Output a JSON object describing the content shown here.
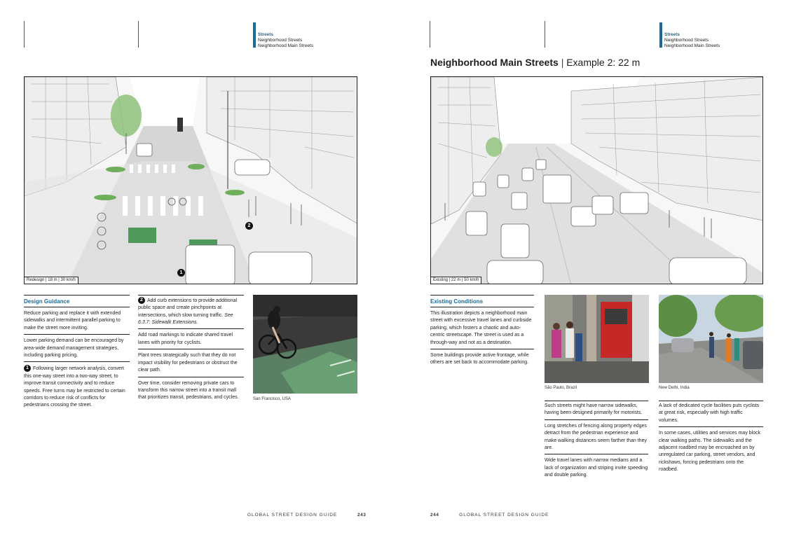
{
  "left_page": {
    "tab": {
      "section": "Streets",
      "line1": "Neighborhood Streets",
      "line2": "Neighborhood Main Streets"
    },
    "figure_label": "Redesign | 18 m | 30 km/h",
    "markers": {
      "one": "1",
      "two": "2"
    },
    "design_guidance": {
      "heading": "Design Guidance",
      "p1": "Reduce parking and replace it with extended sidewalks and intermittent parallel parking to make the street more inviting.",
      "p2": "Lower parking demand can be encouraged by area-wide demand management strategies, including parking pricing.",
      "p3_num": "1",
      "p3": "Following larger network analysis, convert this one-way street into a two-way street, to improve transit connectivity and to reduce speeds. Free turns may be restricted to certain corridors to reduce risk of conflicts for pedestrians crossing the street."
    },
    "col2": {
      "p1_num": "2",
      "p1": "Add curb extensions to provide additional public space and create pinchpoints at intersections, which slow turning traffic.",
      "p1_ref": "See 6.3.7: Sidewalk Extensions.",
      "p2": "Add road markings to indicate shared travel lanes with priority for cyclists.",
      "p3": "Plant trees strategically such that they do not impact visibility for pedestrians or obstruct the clear path.",
      "p4": "Over time, consider removing private cars to transform this narrow street into a transit mall that prioritizes transit, pedestrians, and cycles."
    },
    "photo_caption": "San Francisco, USA",
    "footer": {
      "guide": "GLOBAL STREET DESIGN GUIDE",
      "page": "243"
    }
  },
  "right_page": {
    "tab": {
      "section": "Streets",
      "line1": "Neighborhood Streets",
      "line2": "Neighborhood Main Streets"
    },
    "title_main": "Neighborhood Main Streets",
    "title_sep": "|",
    "title_sub": "Example 2: 22 m",
    "figure_label": "Existing | 22 m | 50 km/h",
    "existing_conditions": {
      "heading": "Existing Conditions",
      "p1": "This illustration depicts a neighborhood main street with excessive travel lanes and curbside parking, which fosters a chaotic and auto-centric streetscape. The street is used as a through-way and not as a destination.",
      "p2": "Some buildings provide active frontage, while others are set back to accommodate parking."
    },
    "photo1_caption": "São Paulo, Brazil",
    "photo2_caption": "New Delhi, India",
    "col3": {
      "p1": "Such streets might have narrow sidewalks, having been designed primarily for motorists.",
      "p2": "Long stretches of fencing along property edges detract from the pedestrian experience and make walking distances seem farther than they are.",
      "p3": "Wide travel lanes with narrow medians and a lack of organization and striping invite speeding and double parking."
    },
    "col4": {
      "p1": "A lack of dedicated cycle facilities puts cyclists at great risk, especially with high traffic volumes.",
      "p2": "In some cases, utilities and services may block clear walking paths. The sidewalks and the adjacent roadbed may be encroached on by unregulated car parking, street vendors, and rickshaws, forcing pedestrians onto the roadbed."
    },
    "footer": {
      "page": "244",
      "guide": "GLOBAL STREET DESIGN GUIDE"
    }
  },
  "colors": {
    "accent": "#1a6a96",
    "green": "#6fae5a",
    "ink": "#1d1d1d"
  }
}
